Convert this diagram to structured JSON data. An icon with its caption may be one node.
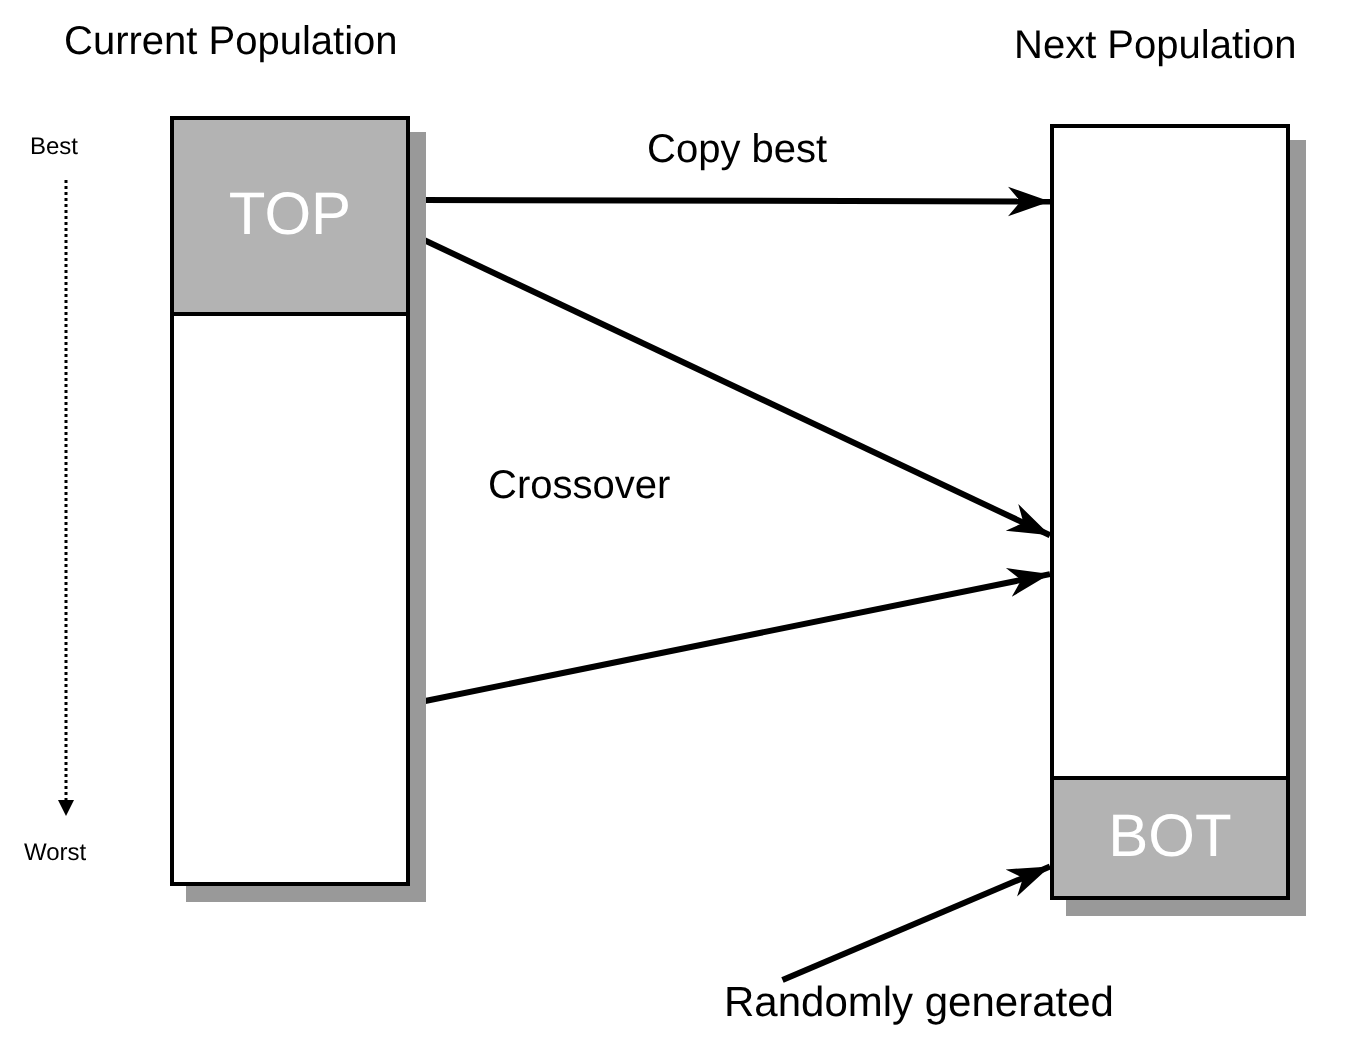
{
  "diagram": {
    "nodes": [
      {
        "text": [
          "Current Population"
        ]
      },
      {
        "text": [
          "TOP"
        ],
        "in": 0
      },
      {
        "text": [
          "Next Population"
        ]
      },
      {
        "text": [
          "BOT"
        ],
        "in": 2
      },
      {
        "text": [
          "Randomly generated"
        ]
      }
    ],
    "edges": [
      {
        "from": 1,
        "to": 2,
        "arrow": "to",
        "label": "Copy best"
      },
      {
        "from": 1,
        "to": 2,
        "arrow": "to"
      },
      {
        "from": 0,
        "to": 2,
        "arrow": "to"
      },
      {
        "from": 4,
        "to": 3,
        "arrow": "to"
      }
    ],
    "labels": [
      "Best",
      "Worst",
      "Crossover"
    ]
  }
}
